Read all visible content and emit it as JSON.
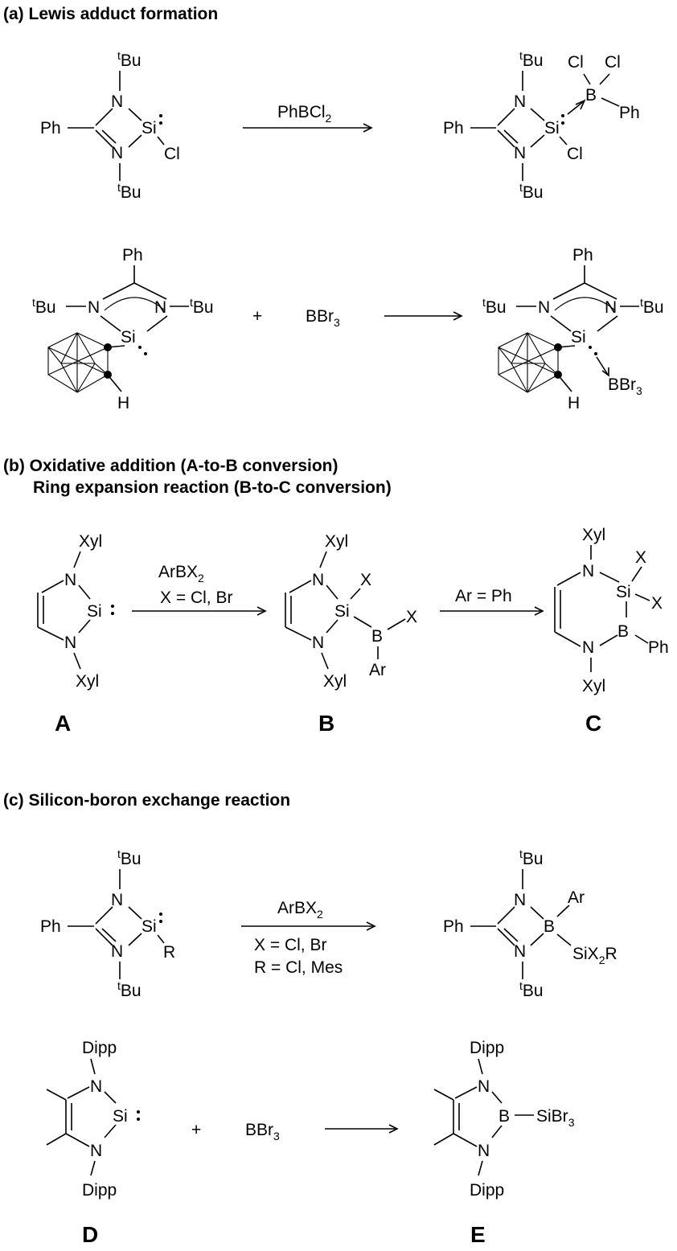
{
  "section_a": {
    "title": "(a) Lewis adduct formation",
    "rxn1": {
      "reagent": "PhBCl",
      "reagent_sub": "2"
    },
    "rxn2": {
      "plus": "+",
      "reagent": "BBr",
      "reagent_sub": "3"
    }
  },
  "section_b": {
    "title_line1": "(b) Oxidative addition (A-to-B conversion)",
    "title_line2": "Ring expansion reaction (B-to-C conversion)",
    "rxn1": {
      "reagent": "ArBX",
      "reagent_sub": "2",
      "condition": "X = Cl, Br"
    },
    "rxn2": {
      "condition": "Ar = Ph"
    },
    "labels": [
      "A",
      "B",
      "C"
    ]
  },
  "section_c": {
    "title": "(c) Silicon-boron exchange reaction",
    "rxn1": {
      "reagent": "ArBX",
      "reagent_sub": "2",
      "condition1": "X = Cl, Br",
      "condition2": "R = Cl, Mes"
    },
    "rxn2": {
      "plus": "+",
      "reagent": "BBr",
      "reagent_sub": "3"
    },
    "labels": [
      "D",
      "E"
    ]
  },
  "atoms": {
    "t": "t",
    "bu": "Bu",
    "ph": "Ph",
    "n": "N",
    "si": "Si",
    "cl": "Cl",
    "b": "B",
    "h": "H",
    "x": "X",
    "xyl": "Xyl",
    "ar": "Ar",
    "r": "R",
    "dipp": "Dipp",
    "br": "Br",
    "three": "3",
    "two": "2",
    "sibr3": "SiBr",
    "six2r_a": "SiX",
    "six2r_b": "R"
  }
}
